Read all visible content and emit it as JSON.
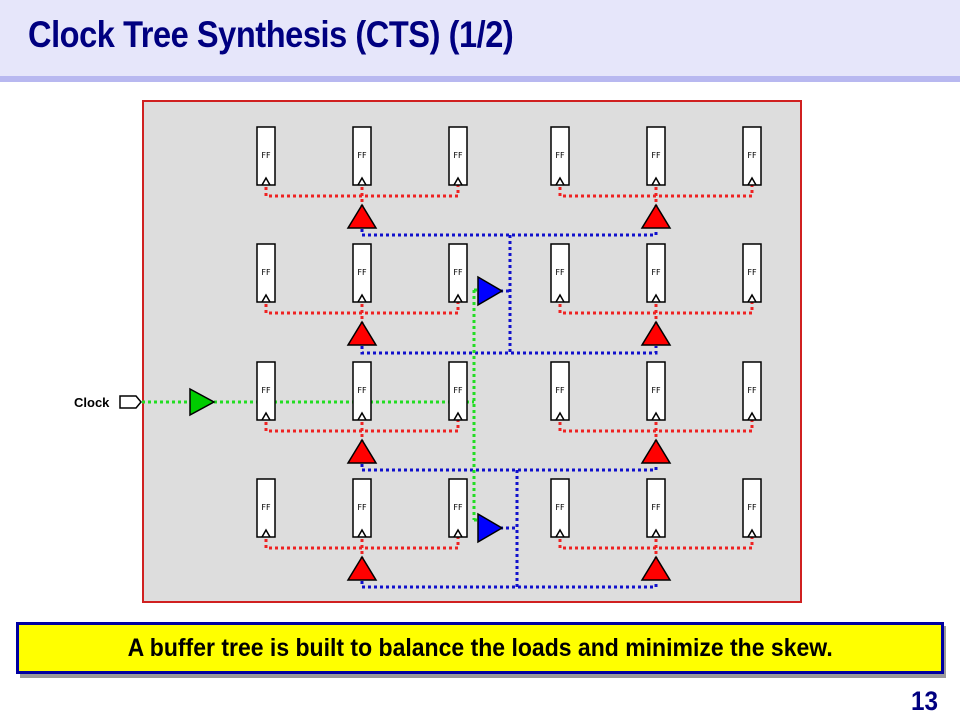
{
  "slide": {
    "title": "Clock Tree Synthesis (CTS) (1/2)",
    "caption": "A buffer tree is built to balance the loads and minimize the skew.",
    "page_number": "13"
  },
  "diagram": {
    "clock_port_label": "Clock",
    "flip_flop_label": "FF",
    "flip_flop_grid": {
      "rows": 4,
      "columns": 6
    },
    "colors": {
      "die_fill": "#dddddd",
      "die_border": "#d02020",
      "level1_wire": "#22dd22",
      "level1_buffer": "#00cc00",
      "level2_wire": "#1010cc",
      "level2_buffer": "#0000ff",
      "level3_wire": "#ee2222",
      "level3_buffer": "#ff0000"
    },
    "buffers": {
      "root": 1,
      "intermediate": 2,
      "leaf": 8
    }
  }
}
